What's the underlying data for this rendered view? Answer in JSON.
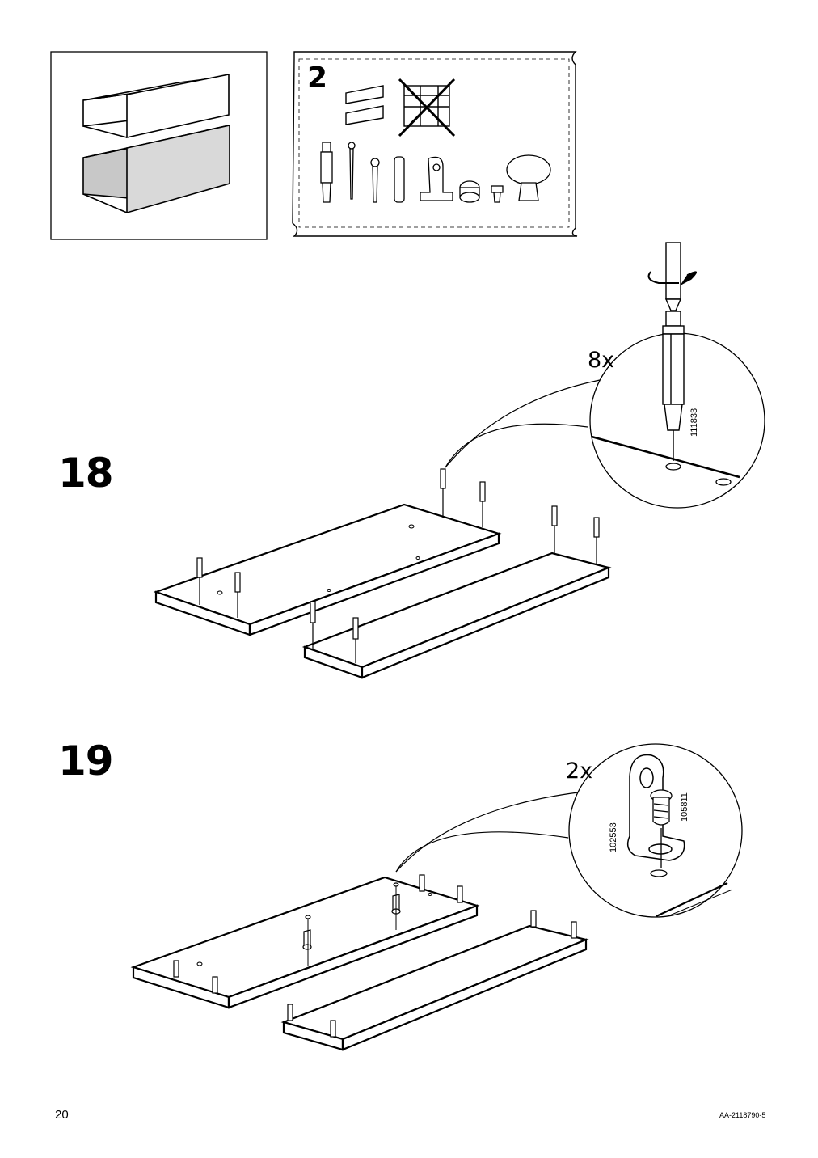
{
  "page": {
    "number": "20",
    "doc_id": "AA-2118790-5"
  },
  "header": {
    "people_count": "2",
    "drawer_icon": "drawer-icon",
    "no_ladder_icon": "no-ladder-icon",
    "fittings": [
      "dowel-icon",
      "screw-icon",
      "screw-icon",
      "wood-dowel-icon",
      "bracket-icon",
      "cam-lock-icon",
      "screw-icon",
      "knob-icon"
    ]
  },
  "steps": [
    {
      "number": "18",
      "quantity": "8x",
      "part_number": "111833"
    },
    {
      "number": "19",
      "quantity": "2x",
      "part_numbers": [
        "102553",
        "105811"
      ]
    }
  ]
}
